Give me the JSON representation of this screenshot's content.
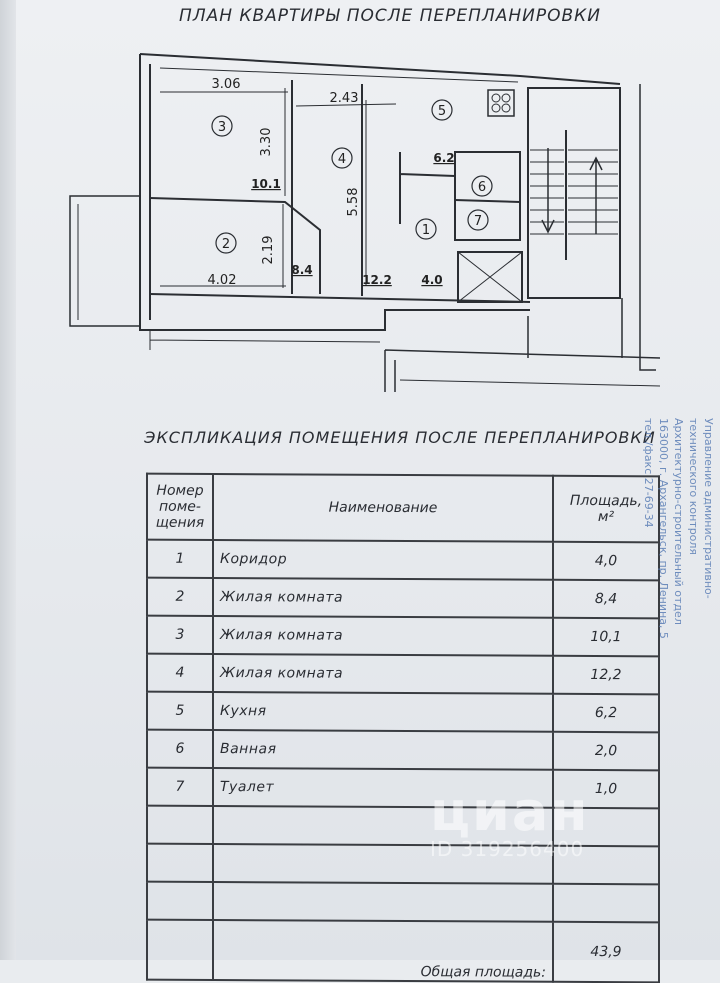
{
  "plan": {
    "title": "ПЛАН КВАРТИРЫ ПОСЛЕ ПЕРЕПЛАНИРОВКИ",
    "dimensions": [
      "3.06",
      "2.43",
      "3.30",
      "5.58",
      "2.19",
      "4.02"
    ],
    "room_numbers": [
      "1",
      "2",
      "3",
      "4",
      "5",
      "6",
      "7"
    ],
    "room_areas": [
      "10.1",
      "8.4",
      "12.2",
      "4.0",
      "6.2"
    ]
  },
  "table": {
    "title": "ЭКСПЛИКАЦИЯ ПОМЕЩЕНИЯ ПОСЛЕ ПЕРЕПЛАНИРОВКИ",
    "header_number": [
      "Номер",
      "поме-",
      "щения"
    ],
    "header_name": "Наименование",
    "header_area": [
      "Площадь,",
      "м²"
    ],
    "rows": [
      {
        "num": "1",
        "name": "Коридор",
        "area": "4,0"
      },
      {
        "num": "2",
        "name": "Жилая комната",
        "area": "8,4"
      },
      {
        "num": "3",
        "name": "Жилая комната",
        "area": "10,1"
      },
      {
        "num": "4",
        "name": "Жилая комната",
        "area": "12,2"
      },
      {
        "num": "5",
        "name": "Кухня",
        "area": "6,2"
      },
      {
        "num": "6",
        "name": "Ванная",
        "area": "2,0"
      },
      {
        "num": "7",
        "name": "Туалет",
        "area": "1,0"
      }
    ],
    "total_label": "Общая площадь:",
    "total_value": "43,9"
  },
  "stamp": {
    "lines": [
      "Управление административно-",
      "технического контроля",
      "Архитектурно-строительный отдел",
      "163000, г. Архангельск, пр. Ленина, 5",
      "тел./факс 27-69-34"
    ]
  },
  "watermark": {
    "logo": "циан",
    "id": "ID 319256400"
  }
}
